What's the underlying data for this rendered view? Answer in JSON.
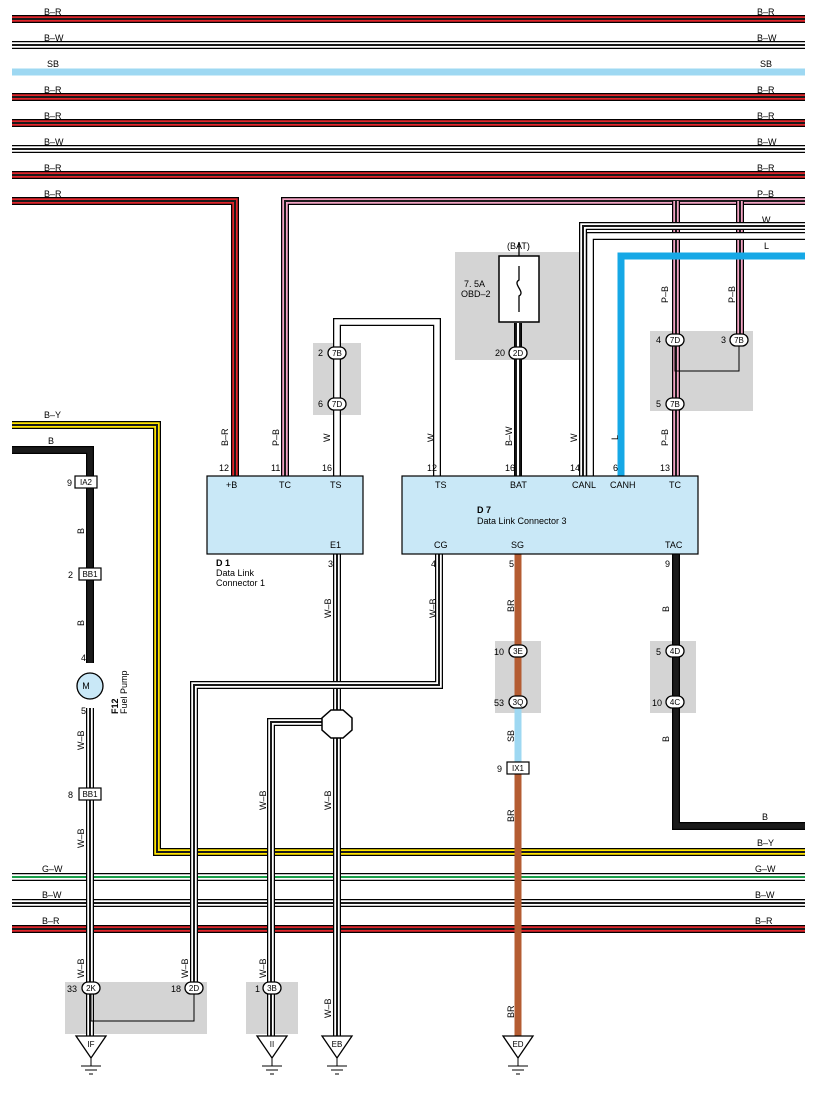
{
  "colors": {
    "B": "#1a1a1a",
    "R": "#e0262b",
    "W": "#ffffff",
    "SB": "#9ed8f2",
    "P": "#f3a4c4",
    "L": "#16a8e6",
    "Y": "#ffe400",
    "G": "#1aa04a",
    "BR": "#b45c32",
    "box": "#c9e8f7",
    "shade": "#d4d4d4"
  },
  "top_wires": [
    {
      "code": "B–R",
      "colors": [
        "R",
        "B"
      ]
    },
    {
      "code": "B–W",
      "colors": [
        "W",
        "B"
      ]
    },
    {
      "code": "SB",
      "colors": [
        "SB"
      ]
    },
    {
      "code": "B–R",
      "colors": [
        "R",
        "B"
      ]
    },
    {
      "code": "B–R",
      "colors": [
        "R",
        "B"
      ]
    },
    {
      "code": "B–W",
      "colors": [
        "W",
        "B"
      ]
    },
    {
      "code": "B–R",
      "colors": [
        "R",
        "B"
      ]
    }
  ],
  "bottom_wires": [
    {
      "code": "G–W",
      "colors": [
        "W",
        "G"
      ]
    },
    {
      "code": "B–W",
      "colors": [
        "W",
        "B"
      ]
    },
    {
      "code": "B–R",
      "colors": [
        "R",
        "B"
      ]
    }
  ],
  "wire_codes": {
    "br": "B–R",
    "pb": "P–B",
    "w": "W",
    "l": "L",
    "by": "B–Y",
    "b": "B",
    "bw": "B–W",
    "wb": "W–B",
    "brn": "BR",
    "sb": "SB"
  },
  "fuse": {
    "source": "(BAT)",
    "rating": "7. 5A",
    "name": "OBD–2"
  },
  "d1": {
    "code": "D 1",
    "name": "Data Link",
    "name2": "Connector 1",
    "pins": {
      "b": "+B",
      "tc": "TC",
      "ts": "TS",
      "e1": "E1"
    },
    "nums": {
      "b": "12",
      "tc": "11",
      "ts": "16",
      "e1": "3"
    }
  },
  "d7": {
    "code": "D 7",
    "name": "Data Link Connector 3",
    "pins": {
      "ts": "TS",
      "bat": "BAT",
      "canl": "CANL",
      "canh": "CANH",
      "tc": "TC",
      "cg": "CG",
      "sg": "SG",
      "tac": "TAC"
    },
    "nums": {
      "ts": "12",
      "bat": "16",
      "canl": "14",
      "canh": "6",
      "tc": "13",
      "cg": "4",
      "sg": "5",
      "tac": "9"
    }
  },
  "pump": {
    "code": "F12",
    "name": "Fuel Pump",
    "symbol": "M",
    "pin_top": "4",
    "pin_bottom": "5"
  },
  "connectors": {
    "ia2": {
      "label": "IA2",
      "pin": "9"
    },
    "bb1a": {
      "label": "BB1",
      "pin": "2"
    },
    "bb1b": {
      "label": "BB1",
      "pin": "8"
    },
    "ix1": {
      "label": "IX1",
      "pin": "9"
    },
    "c7b_a": {
      "label": "7B",
      "pin": "2"
    },
    "c7d_a": {
      "label": "7D",
      "pin": "6"
    },
    "c2d_fuse": {
      "label": "2D",
      "pin": "20"
    },
    "c7d_b": {
      "label": "7D",
      "pin": "4"
    },
    "c7b_b": {
      "label": "7B",
      "pin": "3"
    },
    "c7b_c": {
      "label": "7B",
      "pin": "5"
    },
    "c3e": {
      "label": "3E",
      "pin": "10"
    },
    "c3q": {
      "label": "3Q",
      "pin": "53"
    },
    "c4d": {
      "label": "4D",
      "pin": "5"
    },
    "c4c": {
      "label": "4C",
      "pin": "10"
    },
    "c2k": {
      "label": "2K",
      "pin": "33"
    },
    "c2d_g": {
      "label": "2D",
      "pin": "18"
    },
    "c3b": {
      "label": "3B",
      "pin": "1"
    }
  },
  "grounds": {
    "if": "IF",
    "ii": "II",
    "eb": "EB",
    "ed": "ED"
  }
}
